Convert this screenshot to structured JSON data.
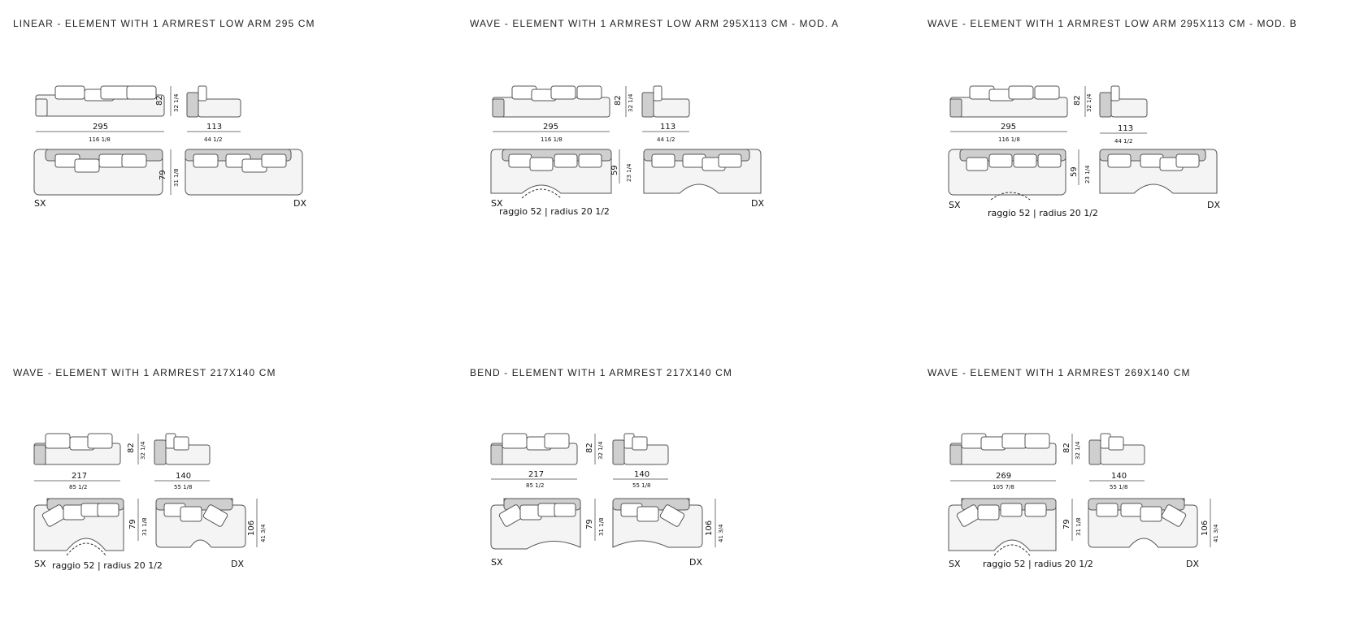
{
  "panels": [
    {
      "title": "LINEAR - ELEMENT WITH 1 ARMREST LOW ARM 295 CM",
      "shape": "linear",
      "front_width": "295",
      "front_width_in": "116 1/8",
      "height": "82",
      "height_in": "32 1/4",
      "side_depth": "113",
      "side_depth_in": "44 1/2",
      "plan_depth": "79",
      "plan_depth_in": "31 1/8",
      "left_label": "SX",
      "right_label": "DX",
      "radius_label": ""
    },
    {
      "title": "WAVE - ELEMENT WITH 1 ARMREST LOW ARM 295X113 CM - MOD. A",
      "shape": "wave",
      "front_width": "295",
      "front_width_in": "116 1/8",
      "height": "82",
      "height_in": "32 1/4",
      "side_depth": "113",
      "side_depth_in": "44 1/2",
      "plan_depth": "59",
      "plan_depth_in": "23 1/4",
      "left_label": "SX",
      "right_label": "DX",
      "radius_label": "raggio 52 | radius 20 1/2"
    },
    {
      "title": "WAVE - ELEMENT WITH 1 ARMREST LOW ARM 295X113 CM - MOD. B",
      "shape": "wave",
      "front_width": "295",
      "front_width_in": "116 1/8",
      "height": "82",
      "height_in": "32 1/4",
      "side_depth": "113",
      "side_depth_in": "44 1/2",
      "plan_depth": "59",
      "plan_depth_in": "23 1/4",
      "left_label": "SX",
      "right_label": "DX",
      "radius_label": "raggio 52 | radius 20 1/2"
    },
    {
      "title": "WAVE - ELEMENT WITH 1 ARMREST 217X140 CM",
      "shape": "wave-deep",
      "front_width": "217",
      "front_width_in": "85 1/2",
      "height": "82",
      "height_in": "32 1/4",
      "side_depth": "140",
      "side_depth_in": "55 1/8",
      "plan_depth": "79",
      "plan_depth_in": "31 1/8",
      "plan_depth2": "106",
      "plan_depth2_in": "41 3/4",
      "left_label": "SX",
      "right_label": "DX",
      "radius_label": "raggio 52 | radius 20 1/2"
    },
    {
      "title": "BEND - ELEMENT WITH 1 ARMREST 217X140 CM",
      "shape": "bend",
      "front_width": "217",
      "front_width_in": "85 1/2",
      "height": "82",
      "height_in": "32 1/4",
      "side_depth": "140",
      "side_depth_in": "55 1/8",
      "plan_depth": "79",
      "plan_depth_in": "31 1/8",
      "plan_depth2": "106",
      "plan_depth2_in": "41 3/4",
      "left_label": "SX",
      "right_label": "DX",
      "radius_label": ""
    },
    {
      "title": "WAVE - ELEMENT WITH 1 ARMREST 269X140 CM",
      "shape": "wave-deep",
      "front_width": "269",
      "front_width_in": "105 7/8",
      "height": "82",
      "height_in": "32 1/4",
      "side_depth": "140",
      "side_depth_in": "55 1/8",
      "plan_depth": "79",
      "plan_depth_in": "31 1/8",
      "plan_depth2": "106",
      "plan_depth2_in": "41 3/4",
      "left_label": "SX",
      "right_label": "DX",
      "radius_label": "raggio 52 | radius 20 1/2"
    }
  ]
}
